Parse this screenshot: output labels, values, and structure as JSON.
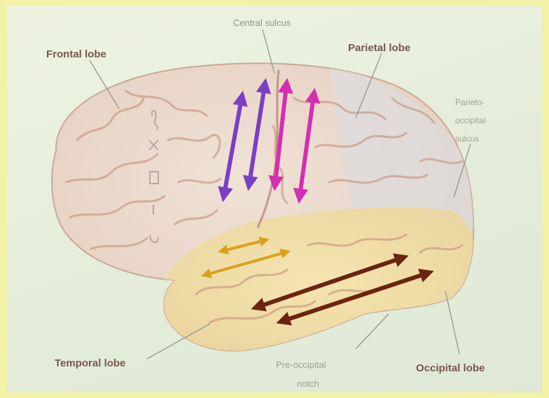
{
  "labels": {
    "central_sulcus": "Central sulcus",
    "frontal_lobe": "Frontal lobe",
    "parietal_lobe": "Parietal lobe",
    "parieto_occipital_line1": "Parieto-",
    "parieto_occipital_line2": "occipital",
    "parieto_occipital_line3": "sulcus",
    "temporal_lobe": "Temporal lobe",
    "pre_occipital_line1": "Pre-occipital",
    "pre_occipital_line2": "notch",
    "occipital_lobe": "Occipital lobe"
  },
  "colors": {
    "frame": "#f3f1a6",
    "brain_tissue": "#ecd9c8",
    "temporal_occipital_tint": "#efdca0",
    "gyri_lines": "#c7967f",
    "arrow_violet": "#7b3fc4",
    "arrow_magenta": "#d42fb0",
    "arrow_gold": "#d9a21a",
    "arrow_brown": "#6b2410"
  },
  "icons": [
    "double-arrow-icon"
  ]
}
